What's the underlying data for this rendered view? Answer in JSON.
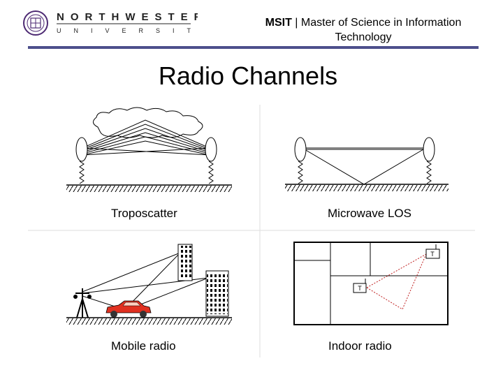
{
  "header": {
    "university_line1": "NORTHWESTERN",
    "university_line2": "UNIVERSITY",
    "program_abbr": "MSIT",
    "separator": " | ",
    "program_name": "Master of Science in Information Technology"
  },
  "title": "Radio Channels",
  "panels": {
    "troposcatter": {
      "caption": "Troposcatter"
    },
    "microwave_los": {
      "caption": "Microwave LOS"
    },
    "mobile_radio": {
      "caption": "Mobile radio"
    },
    "indoor_radio": {
      "caption": "Indoor radio",
      "transceiver_label": "T"
    }
  },
  "colors": {
    "accent_rule": "#4d4f8c",
    "car": "#e03020",
    "indoor_path": "#c02020"
  },
  "icons": [
    "university-seal-icon",
    "cloud-icon",
    "dish-antenna-icon",
    "tower-icon",
    "building-icon",
    "car-icon",
    "transceiver-icon"
  ]
}
